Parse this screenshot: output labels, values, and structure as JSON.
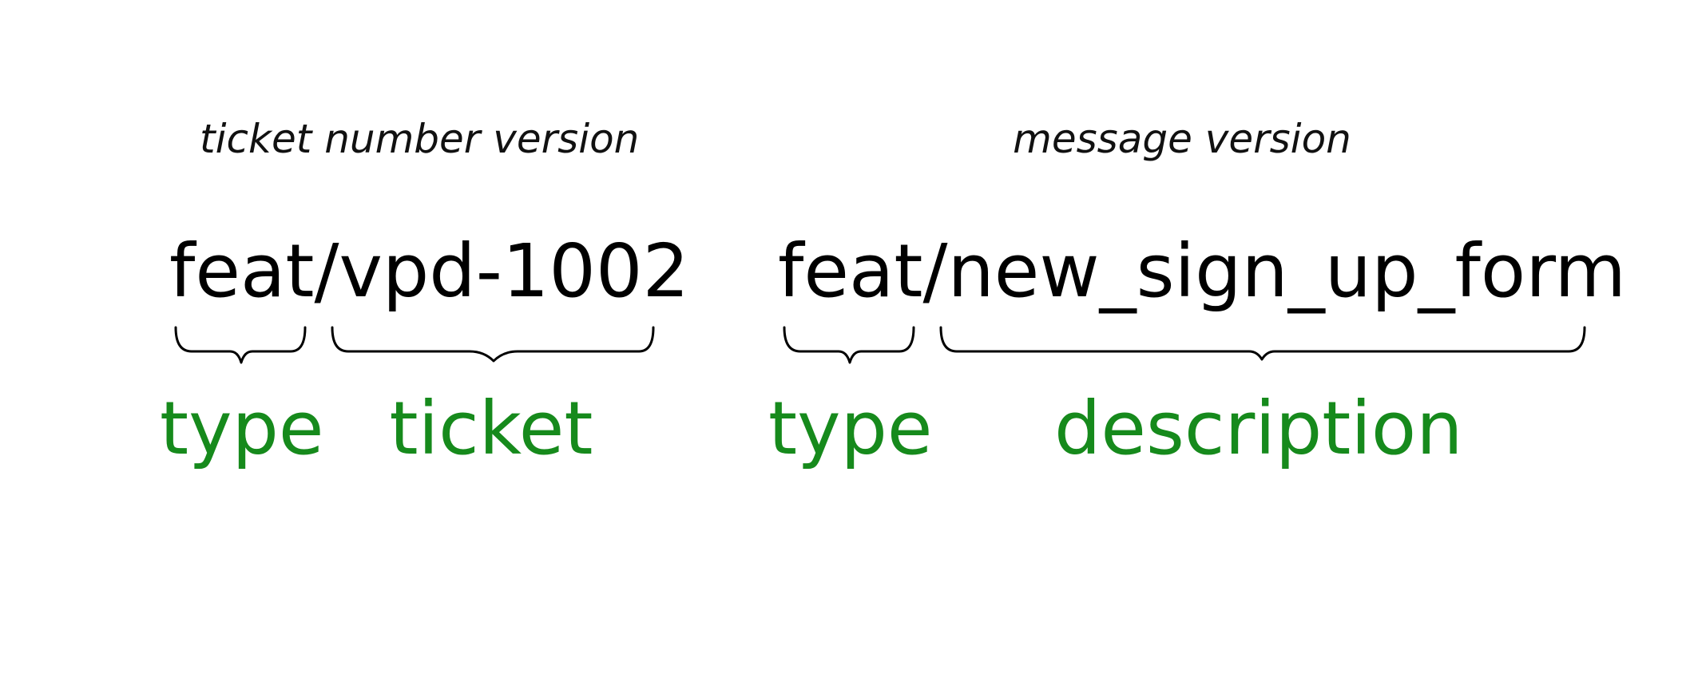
{
  "colors": {
    "label": "#168a1c",
    "text": "#000000"
  },
  "left": {
    "heading": "ticket number version",
    "code_type": "feat",
    "code_separator": "/",
    "code_rest": "vpd-1002",
    "label_type": "type",
    "label_rest": "ticket"
  },
  "right": {
    "heading": "message version",
    "code_type": "feat",
    "code_separator": "/",
    "code_rest": "new_sign_up_form",
    "label_type": "type",
    "label_rest": "description"
  }
}
